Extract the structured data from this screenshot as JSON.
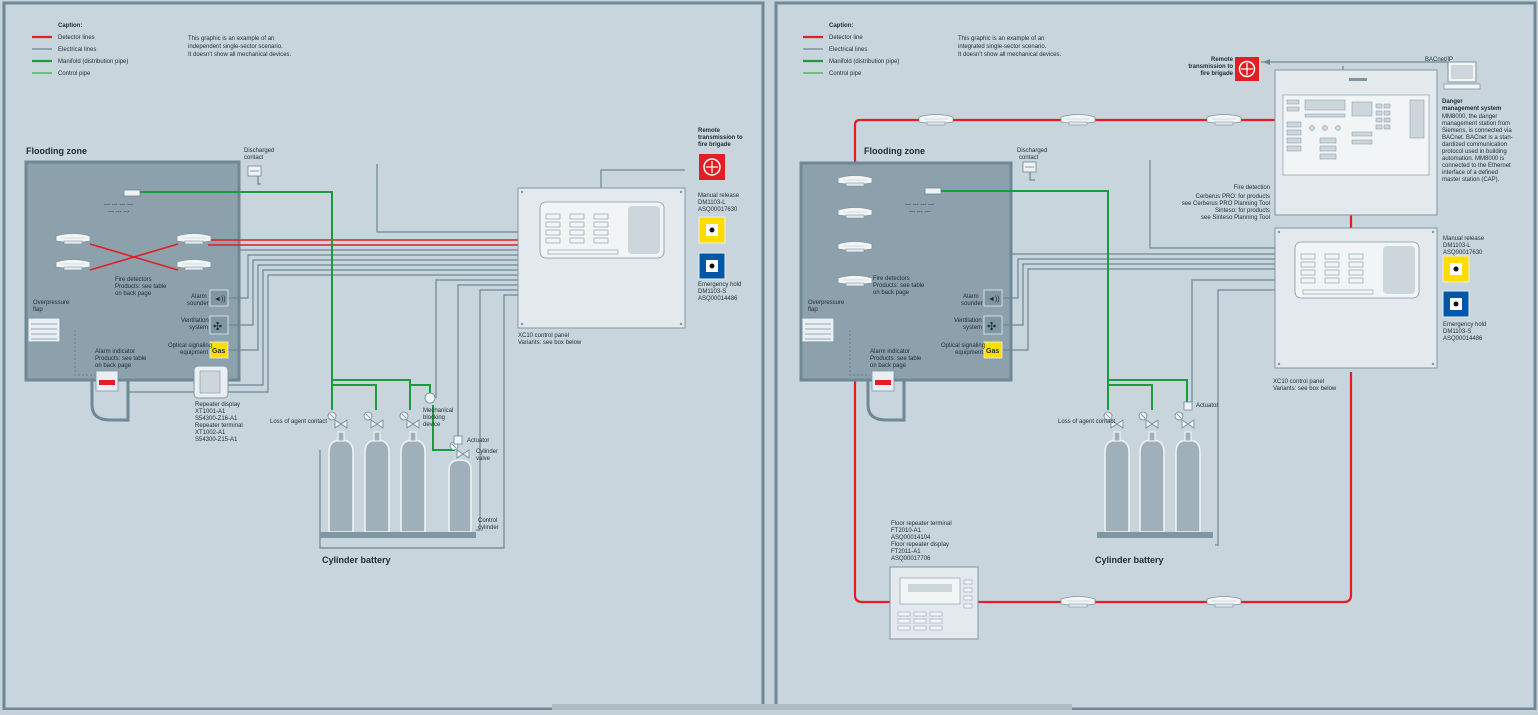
{
  "left": {
    "caption": {
      "title": "Caption:",
      "items": [
        {
          "label": "Detector lines",
          "color": "#e01e24"
        },
        {
          "label": "Electrical lines",
          "color": "#6c8694"
        },
        {
          "label": "Manifold (distribution pipe)",
          "color": "#1b9a3e"
        },
        {
          "label": "Control pipe",
          "color": "#39b54a"
        }
      ]
    },
    "note": [
      "This graphic is an example of an",
      "independent single-sector scenario.",
      "It doesn't show all mechanical devices."
    ],
    "flooding_zone": "Flooding zone",
    "discharged_contact": [
      "Discharged",
      "contact"
    ],
    "remote": [
      "Remote",
      "transmission to",
      "fire brigade"
    ],
    "manual_release": [
      "Manual release",
      "DM1103-L",
      "ASQ00017630"
    ],
    "emergency_hold": [
      "Emergency hold",
      "DM1103-S",
      "ASQ00014486"
    ],
    "fire_detectors": [
      "Fire detectors",
      "Products: see table",
      "on back page"
    ],
    "alarm_sounder": [
      "Alarm",
      "sounder"
    ],
    "ventilation": [
      "Ventilation",
      "system"
    ],
    "optical": [
      "Optical signaling",
      "equipment"
    ],
    "gas": "Gas",
    "overpressure": [
      "Overpressure",
      "flap"
    ],
    "alarm_indicator": [
      "Alarm indicator",
      "Products: see table",
      "on back page"
    ],
    "repeater": [
      "Repeater display",
      "XT1001-A1",
      "S54300-Z16-A1",
      "Repeater terminal",
      "XT1002-A1",
      "S54300-Z15-A1"
    ],
    "xc10": [
      "XC10 control panel",
      "Variants: see box below"
    ],
    "loss_of_agent": "Loss of agent contact",
    "mechanical_blocking": [
      "Mechanical",
      "blocking",
      "device"
    ],
    "actuator": "Actuator",
    "cylinder_valve": [
      "Cylinder",
      "valve"
    ],
    "control_cylinder": [
      "Control",
      "cylinder"
    ],
    "cylinder_battery": "Cylinder battery"
  },
  "right": {
    "caption": {
      "title": "Caption:",
      "items": [
        {
          "label": "Detector line",
          "color": "#e01e24"
        },
        {
          "label": "Electrical lines",
          "color": "#6c8694"
        },
        {
          "label": "Manifold (distribution pipe)",
          "color": "#1b9a3e"
        },
        {
          "label": "Control pipe",
          "color": "#39b54a"
        }
      ]
    },
    "note": [
      "This graphic is an example of an",
      "integrated single-sector scenario.",
      "It doesn't show all mechanical devices."
    ],
    "remote": [
      "Remote",
      "transmission to",
      "fire brigade"
    ],
    "bacnet": "BACnet/IP",
    "danger_mgmt": [
      "Danger",
      "management system",
      "MM8000, the danger",
      "management station from",
      "Siemens, is connected via",
      "BACnet. BACnet is a stan-",
      "dardized communication",
      "protocol used in building",
      "automation. MM8000 is",
      "connected to the Ethernet",
      "interface of a defined",
      "master station (CAP)."
    ],
    "fire_detection": [
      "Fire detection",
      "Cerberus PRO: for products",
      "see Cerberus PRO Planning Tool",
      "Sinteso: for products",
      "see Sinteso Planning Tool"
    ],
    "flooding_zone": "Flooding zone",
    "discharged_contact": [
      "Discharged",
      "contact"
    ],
    "manual_release": [
      "Manual release",
      "DM1103-L",
      "ASQ00017630"
    ],
    "emergency_hold": [
      "Emergency hold",
      "DM1103-S",
      "ASQ00014486"
    ],
    "fire_detectors": [
      "Fire detectors",
      "Products: see table",
      "on back page"
    ],
    "alarm_sounder": [
      "Alarm",
      "sounder"
    ],
    "ventilation": [
      "Ventilation",
      "system"
    ],
    "optical": [
      "Optical signaling",
      "equipment"
    ],
    "gas": "Gas",
    "overpressure": [
      "Overpressure",
      "flap"
    ],
    "alarm_indicator": [
      "Alarm indicator",
      "Products: see table",
      "on back page"
    ],
    "xc10": [
      "XC10 control panel",
      "Variants: see box below"
    ],
    "loss_of_agent": "Loss of agent contact",
    "actuator": "Actuator",
    "cylinder_battery": "Cylinder battery",
    "floor_repeater": [
      "Floor repeater terminal",
      "FT2010-A1",
      "ASQ00014104",
      "Floor repeater display",
      "FT2011-A1",
      "ASQ00017706"
    ]
  }
}
